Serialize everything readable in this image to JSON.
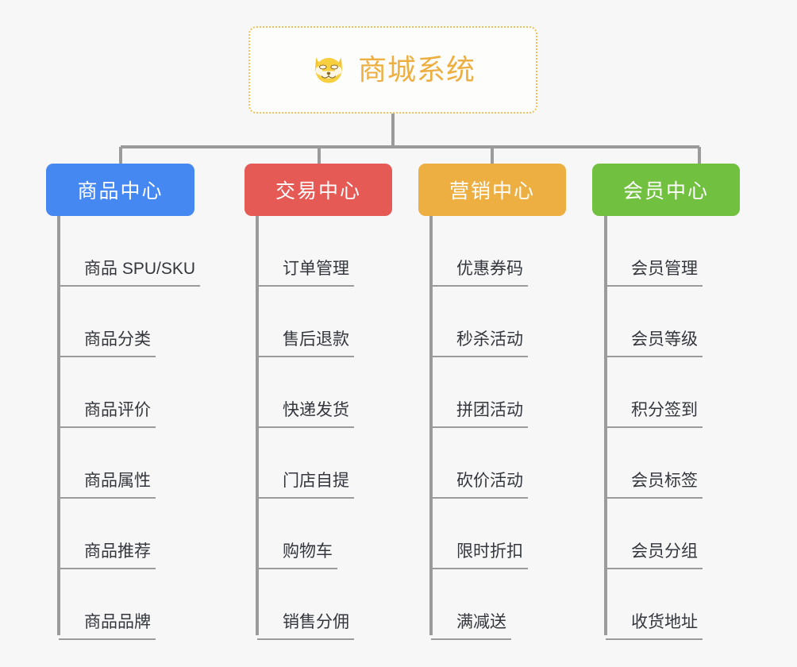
{
  "page": {
    "background_color": "#f7f7f7",
    "connector_color": "#9b9b9b",
    "leaf_text_color": "#33373d",
    "leaf_rule_color": "#9b9b9b"
  },
  "root": {
    "title": "商城系统",
    "icon": "shiba-dog-icon",
    "text_color": "#edaf41",
    "border_color": "#eec15c",
    "background_color": "#fdfdfc"
  },
  "columns": [
    {
      "id": "product-center",
      "label": "商品中心",
      "color": "#4688f1",
      "items": [
        "商品 SPU/SKU",
        "商品分类",
        "商品评价",
        "商品属性",
        "商品推荐",
        "商品品牌"
      ]
    },
    {
      "id": "trade-center",
      "label": "交易中心",
      "color": "#e55a55",
      "items": [
        "订单管理",
        "售后退款",
        "快递发货",
        "门店自提",
        "购物车",
        "销售分佣"
      ]
    },
    {
      "id": "marketing-center",
      "label": "营销中心",
      "color": "#edaf41",
      "items": [
        "优惠券码",
        "秒杀活动",
        "拼团活动",
        "砍价活动",
        "限时折扣",
        "满减送"
      ]
    },
    {
      "id": "member-center",
      "label": "会员中心",
      "color": "#72c040",
      "items": [
        "会员管理",
        "会员等级",
        "积分签到",
        "会员标签",
        "会员分组",
        "收货地址"
      ]
    }
  ]
}
